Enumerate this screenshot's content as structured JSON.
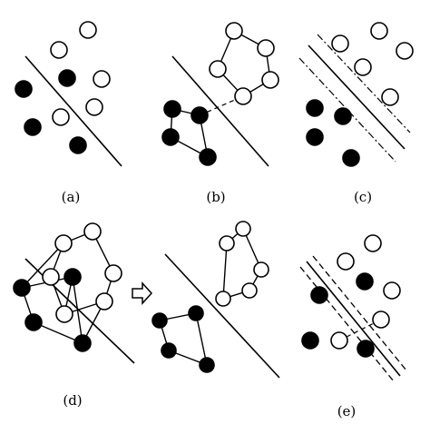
{
  "panels": [
    {
      "id": "a",
      "label": "(a)"
    },
    {
      "id": "b",
      "label": "(b)"
    },
    {
      "id": "c",
      "label": "(c)"
    },
    {
      "id": "d",
      "label": "(d)"
    },
    {
      "id": "e",
      "label": "(e)"
    }
  ],
  "colors": {
    "white_class": "#ffffff",
    "black_class": "#000000",
    "stroke": "#000000"
  }
}
